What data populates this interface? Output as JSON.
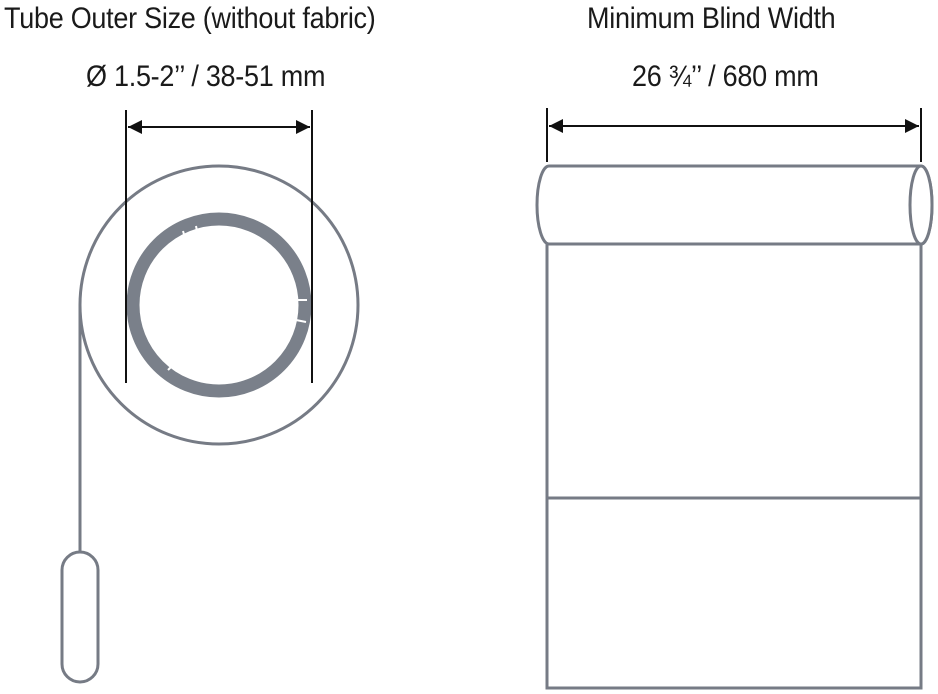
{
  "tube_section": {
    "title": "Tube Outer Size (without fabric)",
    "dimension_label": "Ø 1.5-2’’ / 38-51 mm"
  },
  "blind_section": {
    "title": "Minimum Blind Width",
    "dimension_label": "26 ¾’’ / 680 mm"
  },
  "colors": {
    "outline": "#767b85",
    "tube_ring": "#7a808a",
    "dimension_line": "#111111",
    "text": "#1a1a1a"
  }
}
